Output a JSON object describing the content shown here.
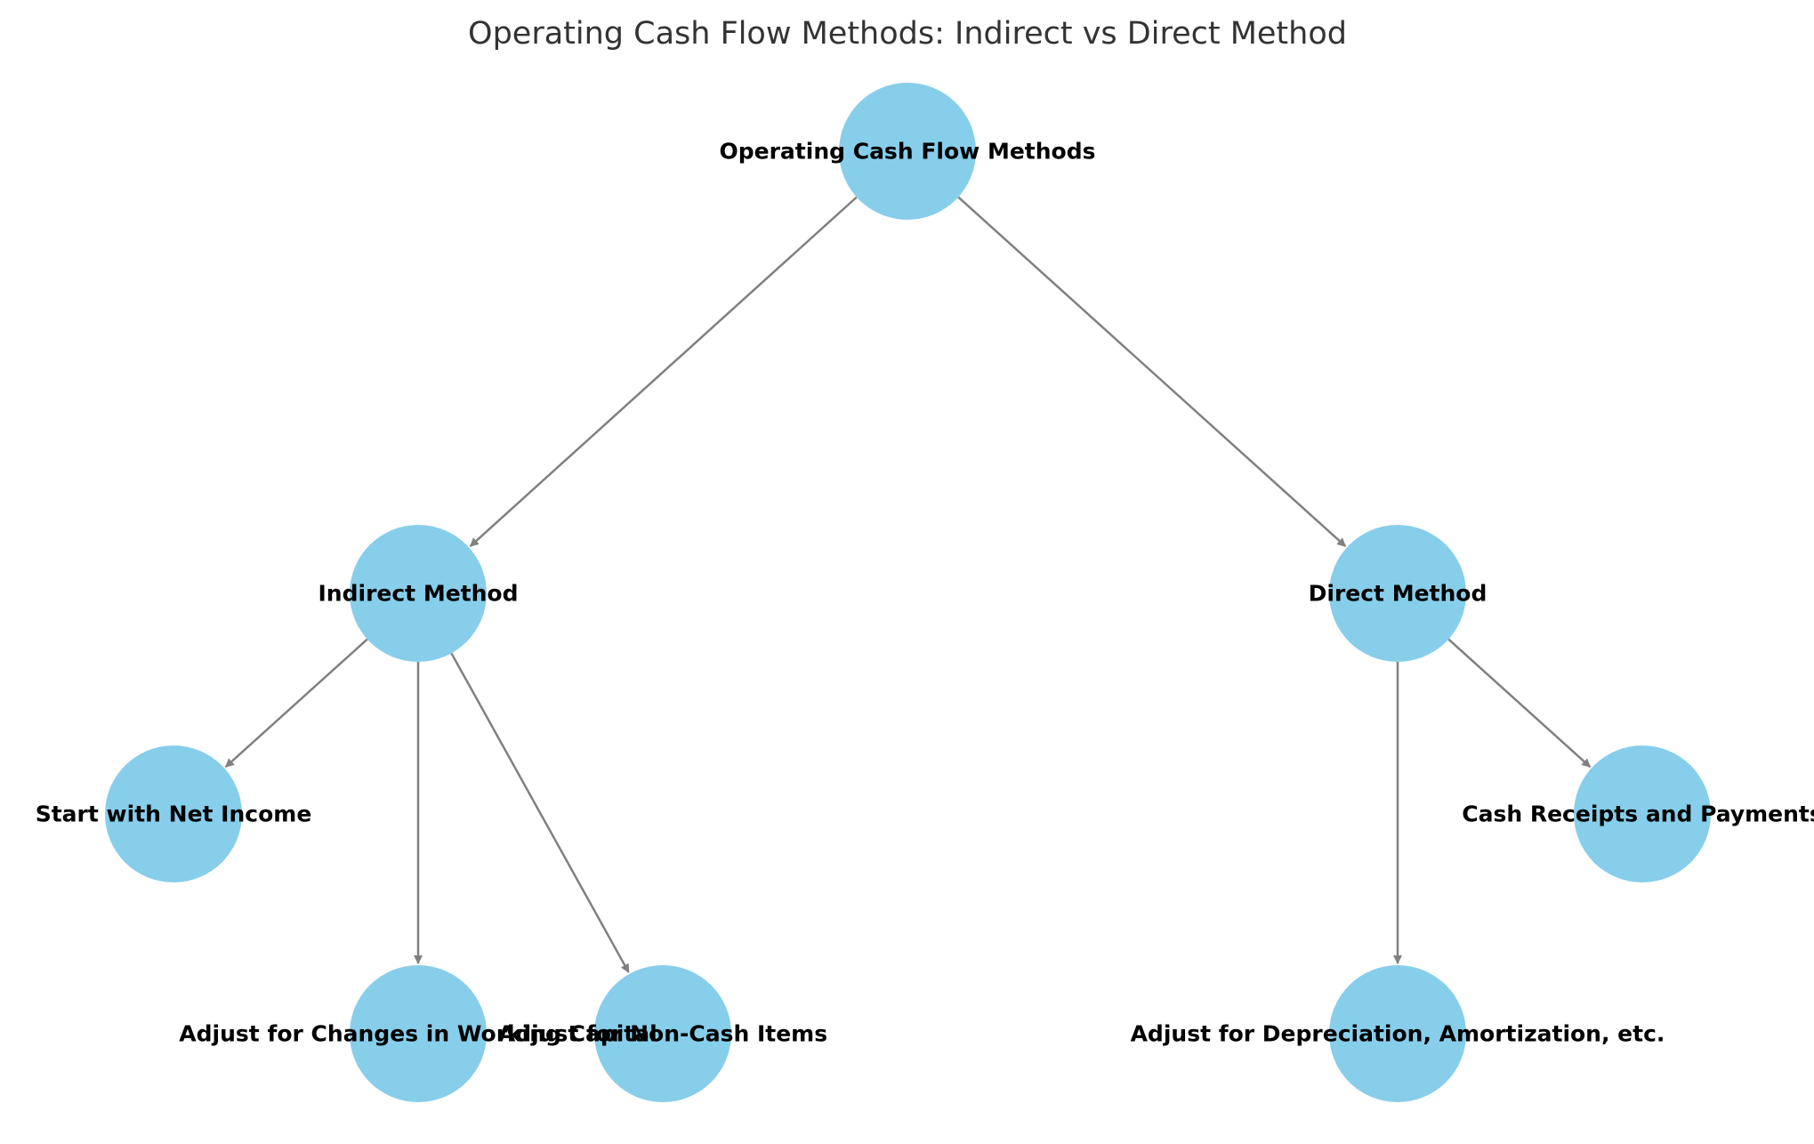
{
  "diagram": {
    "title": "Operating Cash Flow Methods: Indirect vs Direct Method",
    "node_color": "#87ceeb",
    "edge_color": "#808080",
    "nodes": [
      {
        "id": "root",
        "label": "Operating Cash Flow Methods"
      },
      {
        "id": "indirect",
        "label": "Indirect Method"
      },
      {
        "id": "direct",
        "label": "Direct Method"
      },
      {
        "id": "net_income",
        "label": "Start with Net Income"
      },
      {
        "id": "working_capital",
        "label": "Adjust for Changes in Working Capital"
      },
      {
        "id": "non_cash",
        "label": "Adjust for Non-Cash Items"
      },
      {
        "id": "receipts",
        "label": "Cash Receipts and Payments"
      },
      {
        "id": "depreciation",
        "label": "Adjust for Depreciation, Amortization, etc."
      }
    ],
    "edges": [
      {
        "from": "root",
        "to": "indirect"
      },
      {
        "from": "root",
        "to": "direct"
      },
      {
        "from": "indirect",
        "to": "net_income"
      },
      {
        "from": "indirect",
        "to": "working_capital"
      },
      {
        "from": "indirect",
        "to": "non_cash"
      },
      {
        "from": "direct",
        "to": "receipts"
      },
      {
        "from": "direct",
        "to": "depreciation"
      }
    ]
  }
}
